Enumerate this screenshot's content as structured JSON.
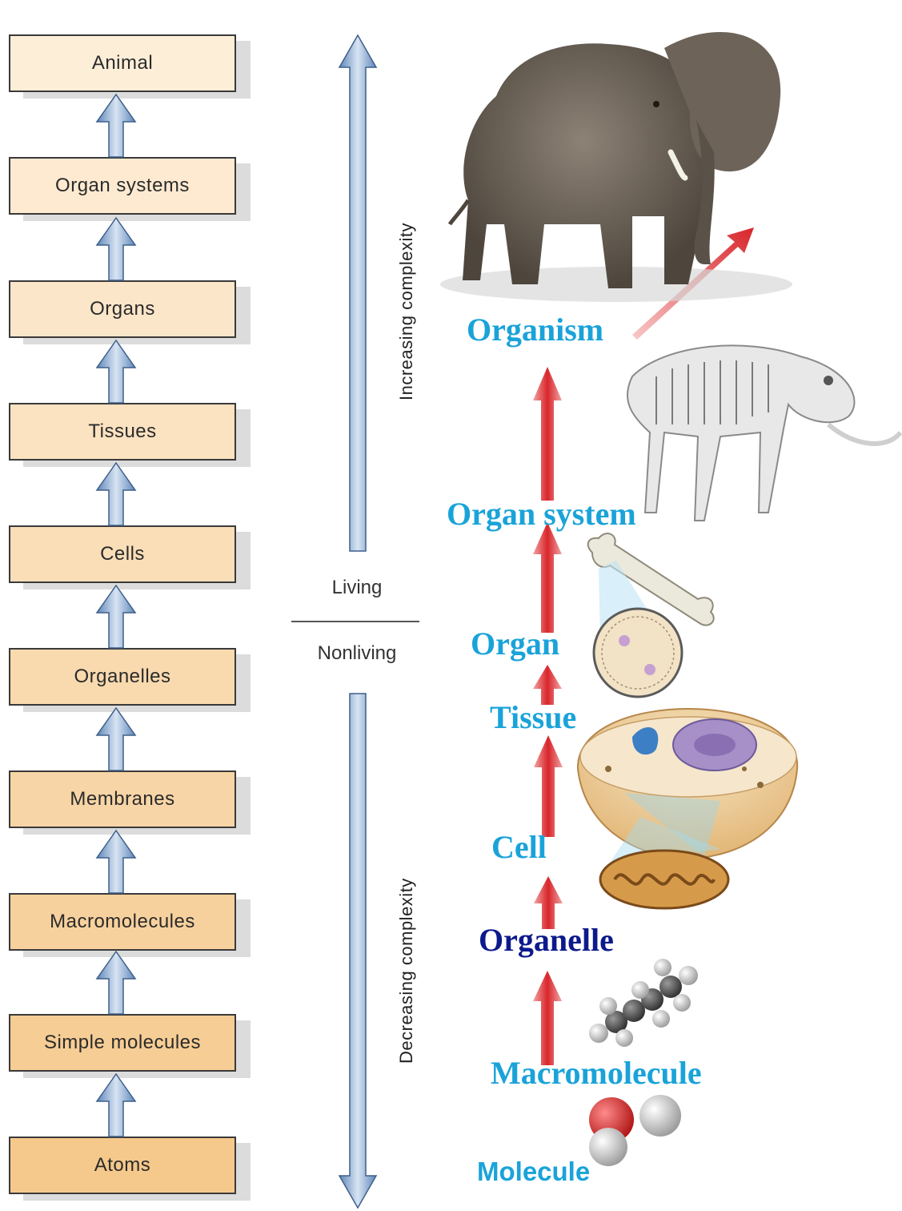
{
  "hierarchy": {
    "boxes": [
      "Animal",
      "Organ systems",
      "Organs",
      "Tissues",
      "Cells",
      "Organelles",
      "Membranes",
      "Macromolecules",
      "Simple molecules",
      "Atoms"
    ]
  },
  "scale": {
    "increasing": "Increasing complexity",
    "decreasing": "Decreasing complexity",
    "living": "Living",
    "nonliving": "Nonliving"
  },
  "levels": {
    "organism": "Organism",
    "organ_system": "Organ system",
    "organ": "Organ",
    "tissue": "Tissue",
    "cell": "Cell",
    "organelle": "Organelle",
    "macromolecule": "Macromolecule",
    "molecule": "Molecule"
  },
  "colors": {
    "box_fill_top": "#fdebd0",
    "box_fill_bottom": "#f6c98a",
    "level_blue": "#1aa3d9",
    "organelle_navy": "#0d1a8c",
    "arrow_red": "#d8262b",
    "arrow_blue": "#8fb0d6"
  }
}
